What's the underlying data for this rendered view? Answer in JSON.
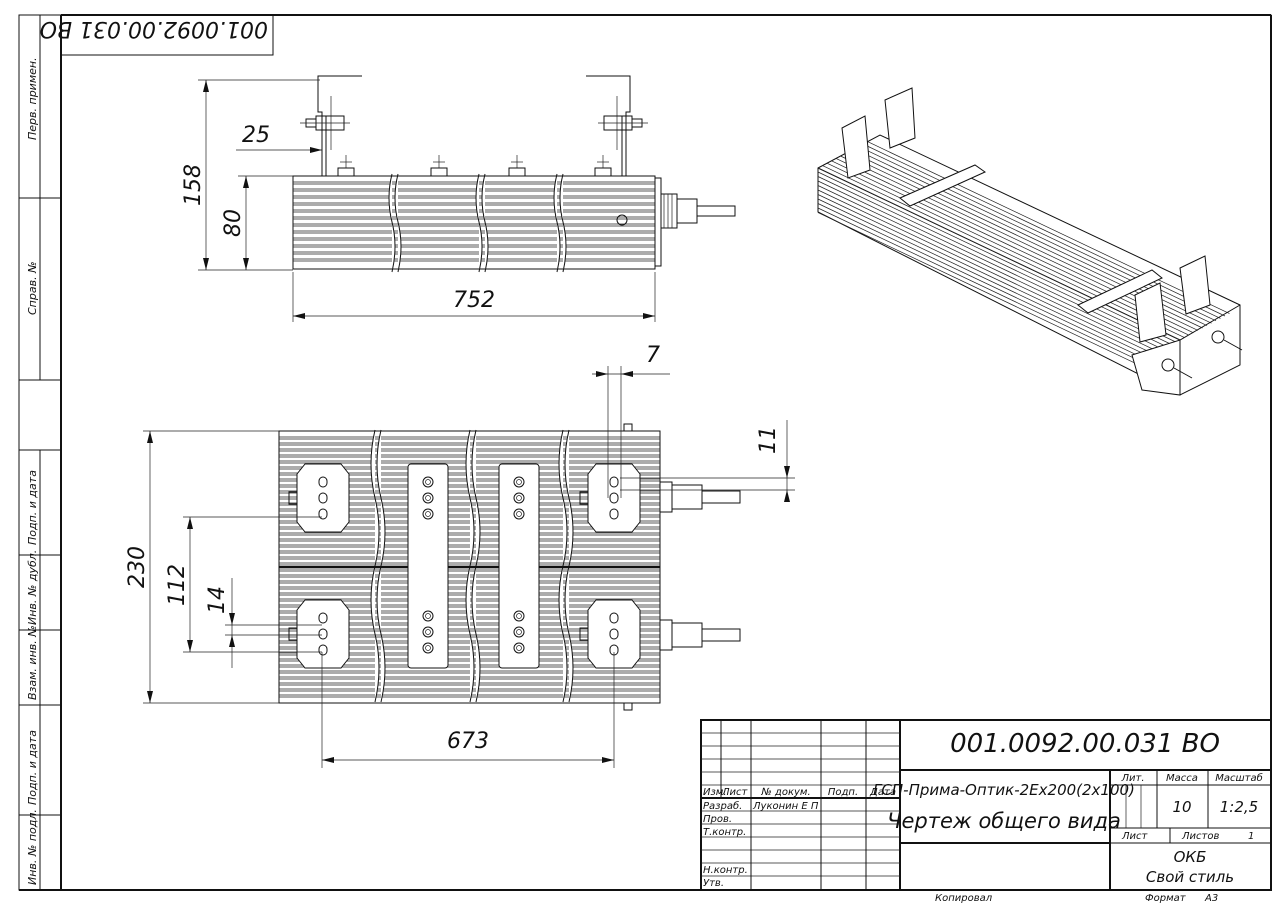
{
  "doc_number": "001.0092.00.031 ВО",
  "doc_number_rotated": "001.0092.00.031 ВО",
  "side_stamp": [
    "Перв. примен.",
    "Справ. №",
    "Подп. и дата",
    "Инв. № дубл.",
    "Взам. инв. №",
    "Подп. и дата",
    "Инв. № подл."
  ],
  "dimensions": {
    "total_height": "158",
    "bracket_offset": "25",
    "body_height": "80",
    "length": "752",
    "gland_offset": "7",
    "edge_offset": "11",
    "width": "230",
    "mount_spacing_v": "112",
    "hole_spacing": "14",
    "mount_spacing_h": "673"
  },
  "title_block": {
    "designation": "001.0092.00.031 ВО",
    "product_name": "ГСП-Прима-Оптик-2Ех200(2х100)",
    "doc_name": "Чертеж общего вида",
    "headers": {
      "izm": "Изм.",
      "list": "Лист",
      "doc_no": "№ докум.",
      "sign": "Подп.",
      "date": "Дата"
    },
    "roles": [
      "Разраб.",
      "Пров.",
      "Т.контр.",
      "",
      "Н.контр.",
      "Утв."
    ],
    "developer": "Луконин Е П",
    "lit_label": "Лит.",
    "mass_label": "Масса",
    "scale_label": "Масштаб",
    "mass": "10",
    "scale": "1:2,5",
    "sheet_label": "Лист",
    "sheets_label": "Листов",
    "sheets": "1",
    "org_line1": "ОКБ",
    "org_line2": "Свой стиль",
    "copied": "Копировал",
    "format_label": "Формат",
    "format": "А3"
  }
}
